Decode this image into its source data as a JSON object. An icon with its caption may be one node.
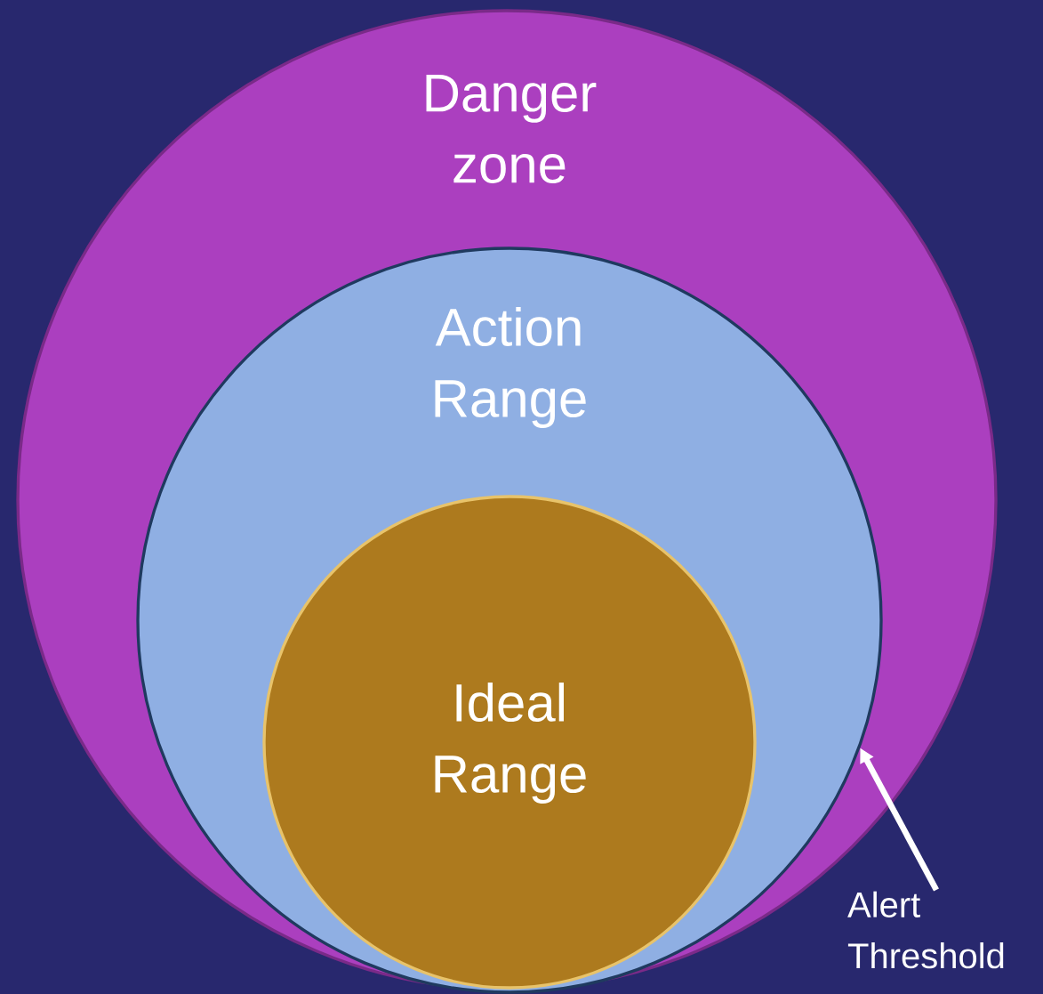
{
  "diagram": {
    "nodes": [
      {
        "text": [
          "Danger zone"
        ]
      },
      {
        "text": [
          "Action Range"
        ],
        "in": 0
      },
      {
        "text": [
          "Ideal Range"
        ],
        "in": 1
      },
      {
        "text": [
          "Alert Threshold"
        ]
      }
    ],
    "edges": [
      {
        "from": 3,
        "to": 1,
        "arrow": "to"
      }
    ]
  }
}
